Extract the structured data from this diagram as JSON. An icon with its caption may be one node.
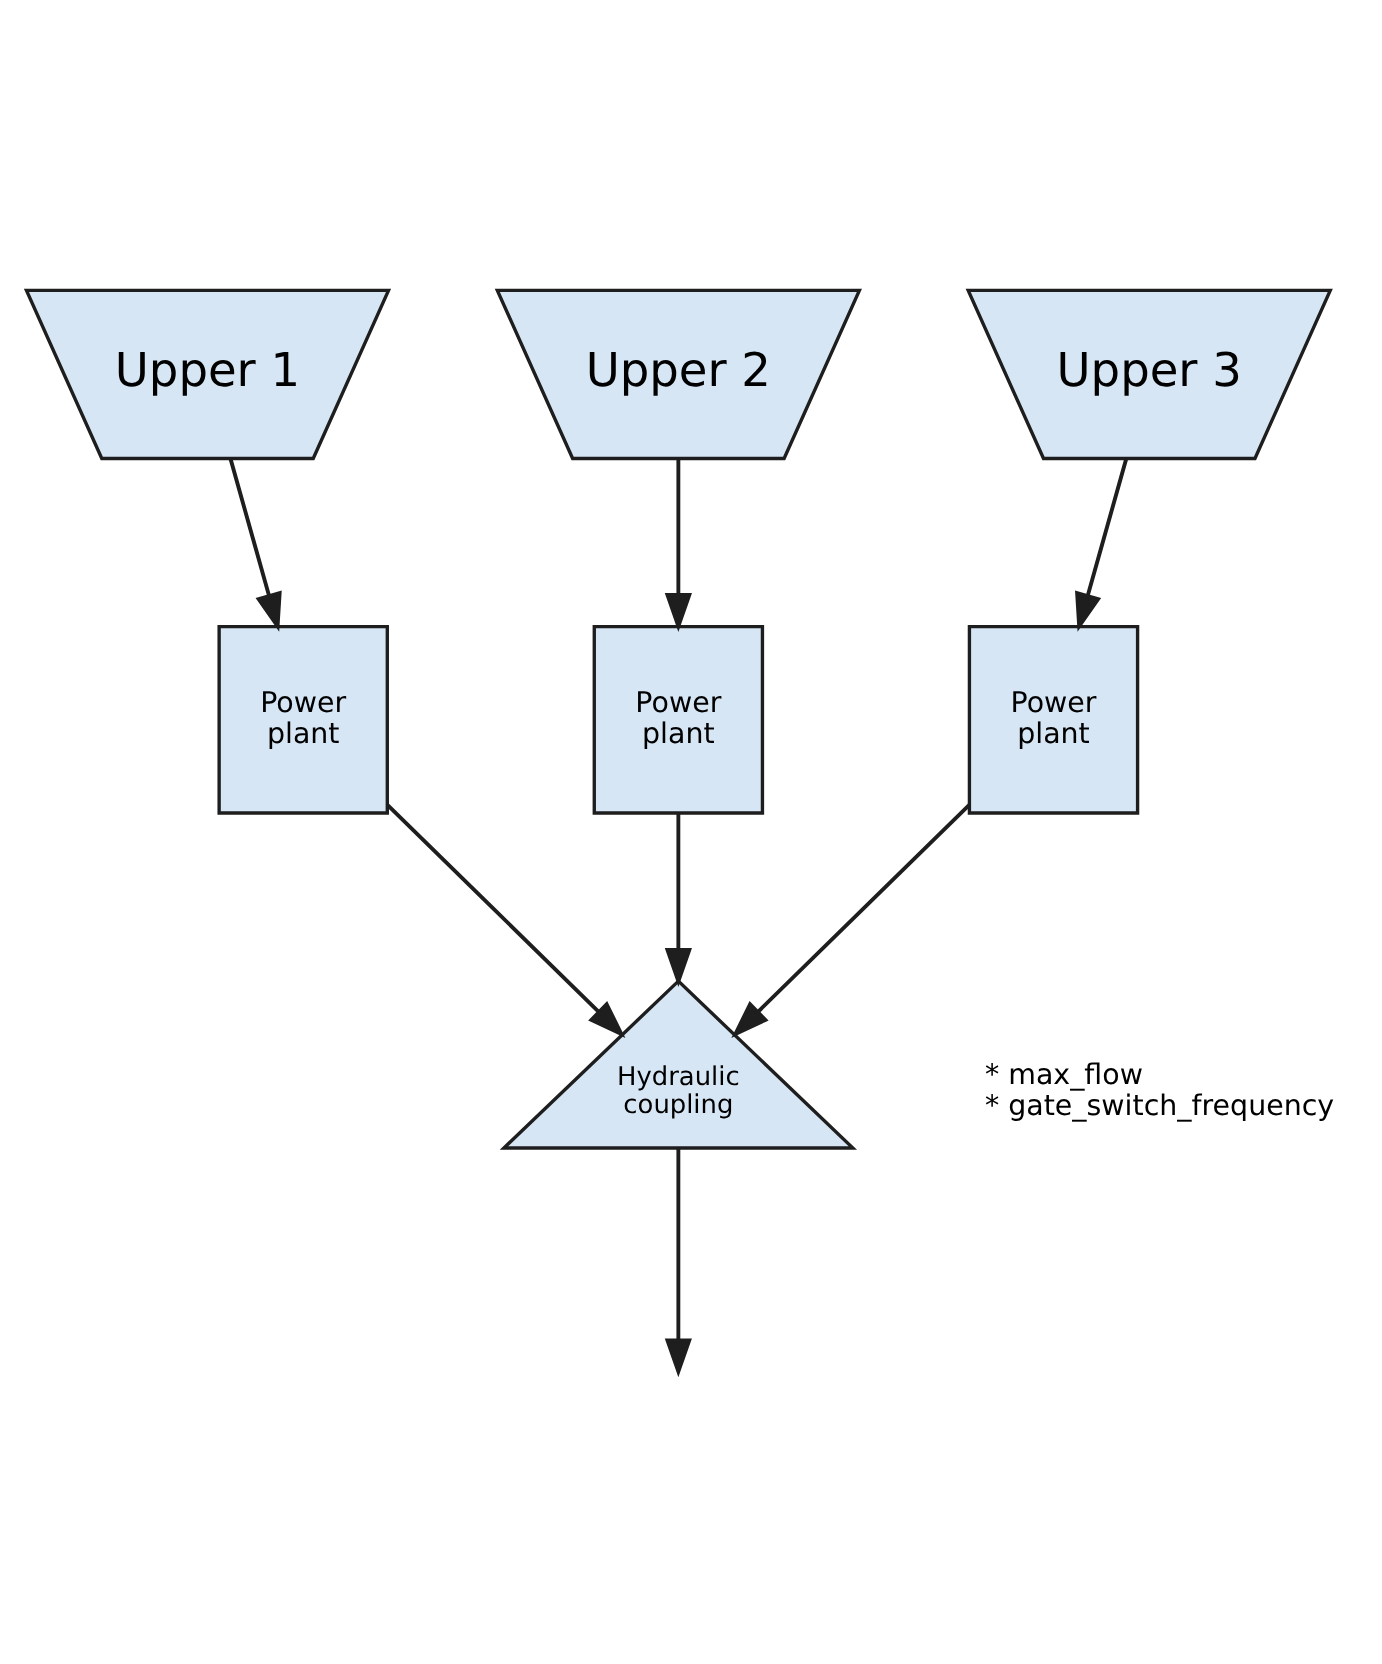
{
  "diagram": {
    "nodes": [
      {
        "text": [
          "Upper 1"
        ]
      },
      {
        "text": [
          "Upper 2"
        ]
      },
      {
        "text": [
          "Upper 3"
        ]
      },
      {
        "text": [
          "Power plant"
        ]
      },
      {
        "text": [
          "Power plant"
        ]
      },
      {
        "text": [
          "Power plant"
        ]
      },
      {
        "text": [
          "Hydraulic coupling"
        ],
        "beside": [
          "* max_flow",
          "* gate_switch_frequency"
        ]
      }
    ],
    "edges": [
      {
        "from": 0,
        "to": 3,
        "arrow": "to"
      },
      {
        "from": 1,
        "to": 4,
        "arrow": "to"
      },
      {
        "from": 2,
        "to": 5,
        "arrow": "to"
      },
      {
        "from": 3,
        "to": 6,
        "arrow": "to"
      },
      {
        "from": 4,
        "to": 6,
        "arrow": "to"
      },
      {
        "from": 5,
        "to": 6,
        "arrow": "to"
      },
      {
        "from": 6,
        "to": null,
        "arrow": "to"
      }
    ]
  }
}
